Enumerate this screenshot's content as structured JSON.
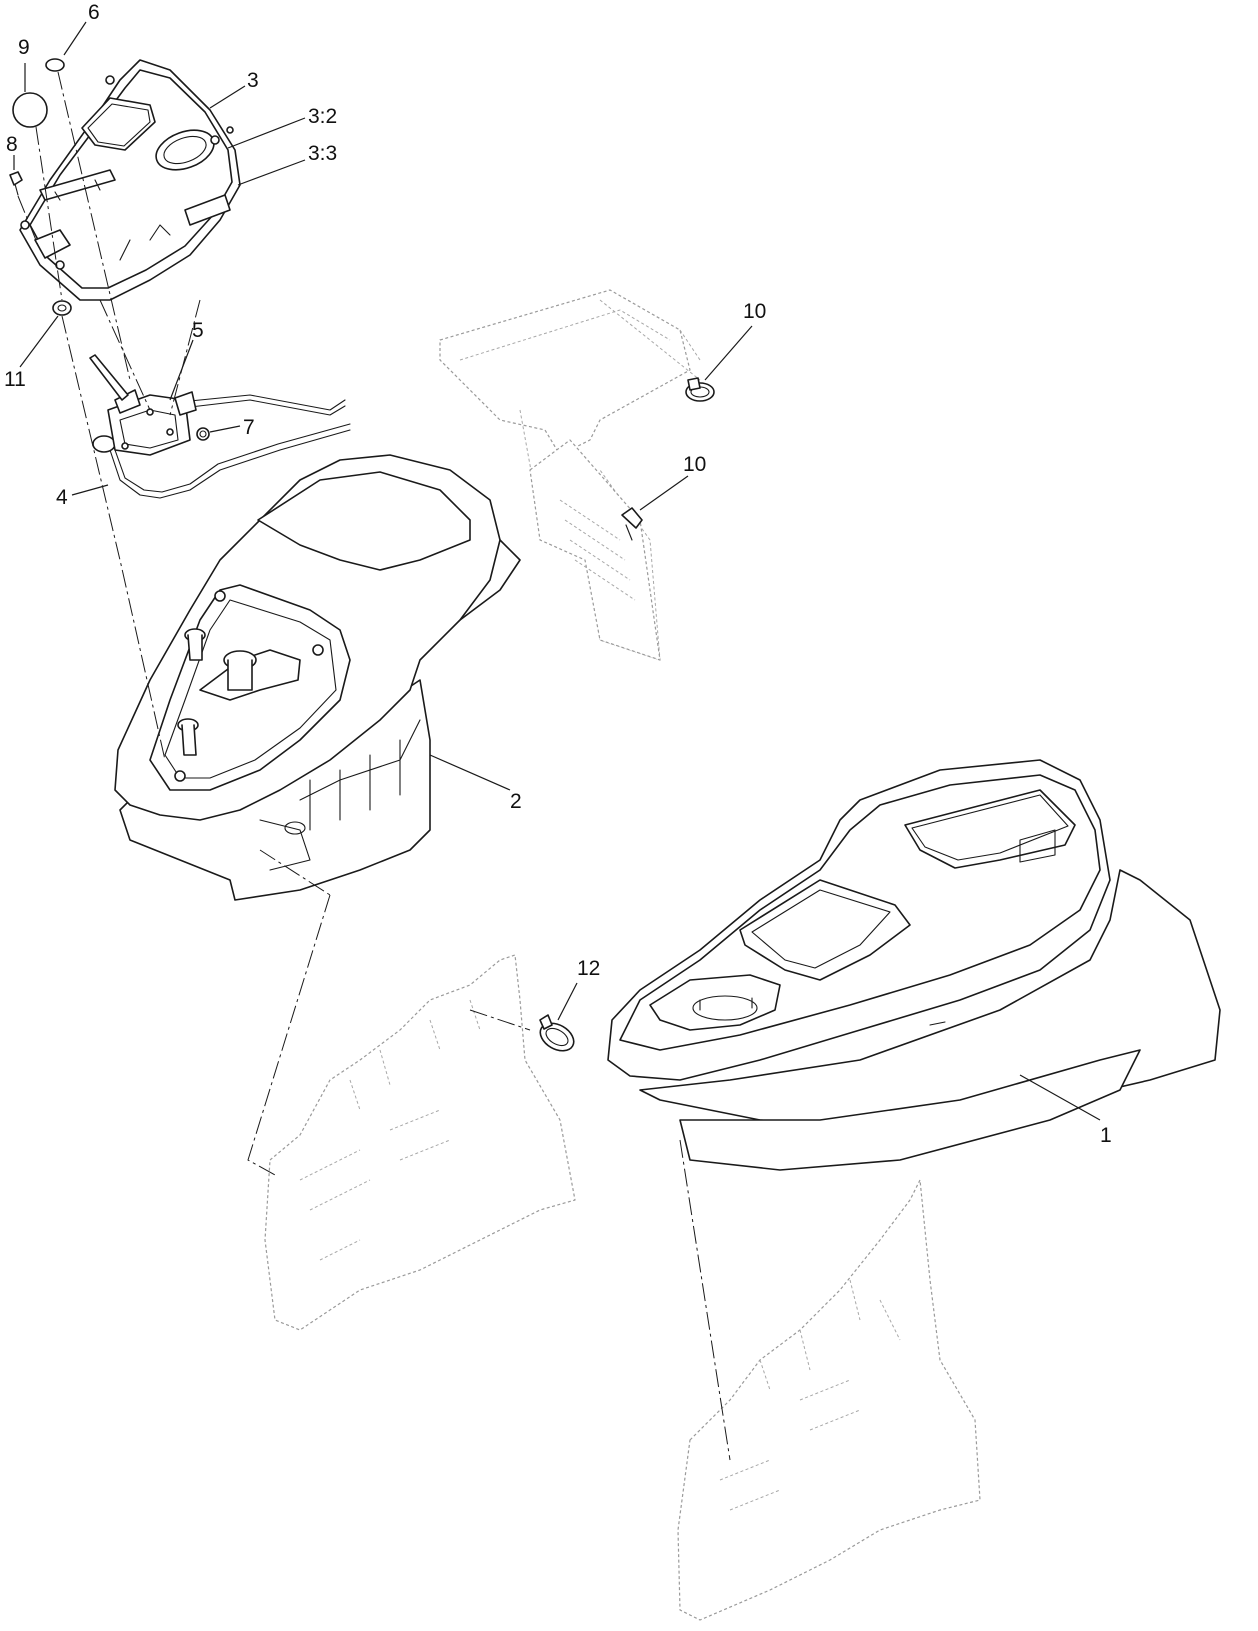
{
  "callouts": {
    "c1": "1",
    "c2": "2",
    "c3": "3",
    "c3_2": "3:2",
    "c3_3": "3:3",
    "c4": "4",
    "c5": "5",
    "c6": "6",
    "c7": "7",
    "c8": "8",
    "c9": "9",
    "c10a": "10",
    "c10b": "10",
    "c11": "11",
    "c12": "12"
  }
}
